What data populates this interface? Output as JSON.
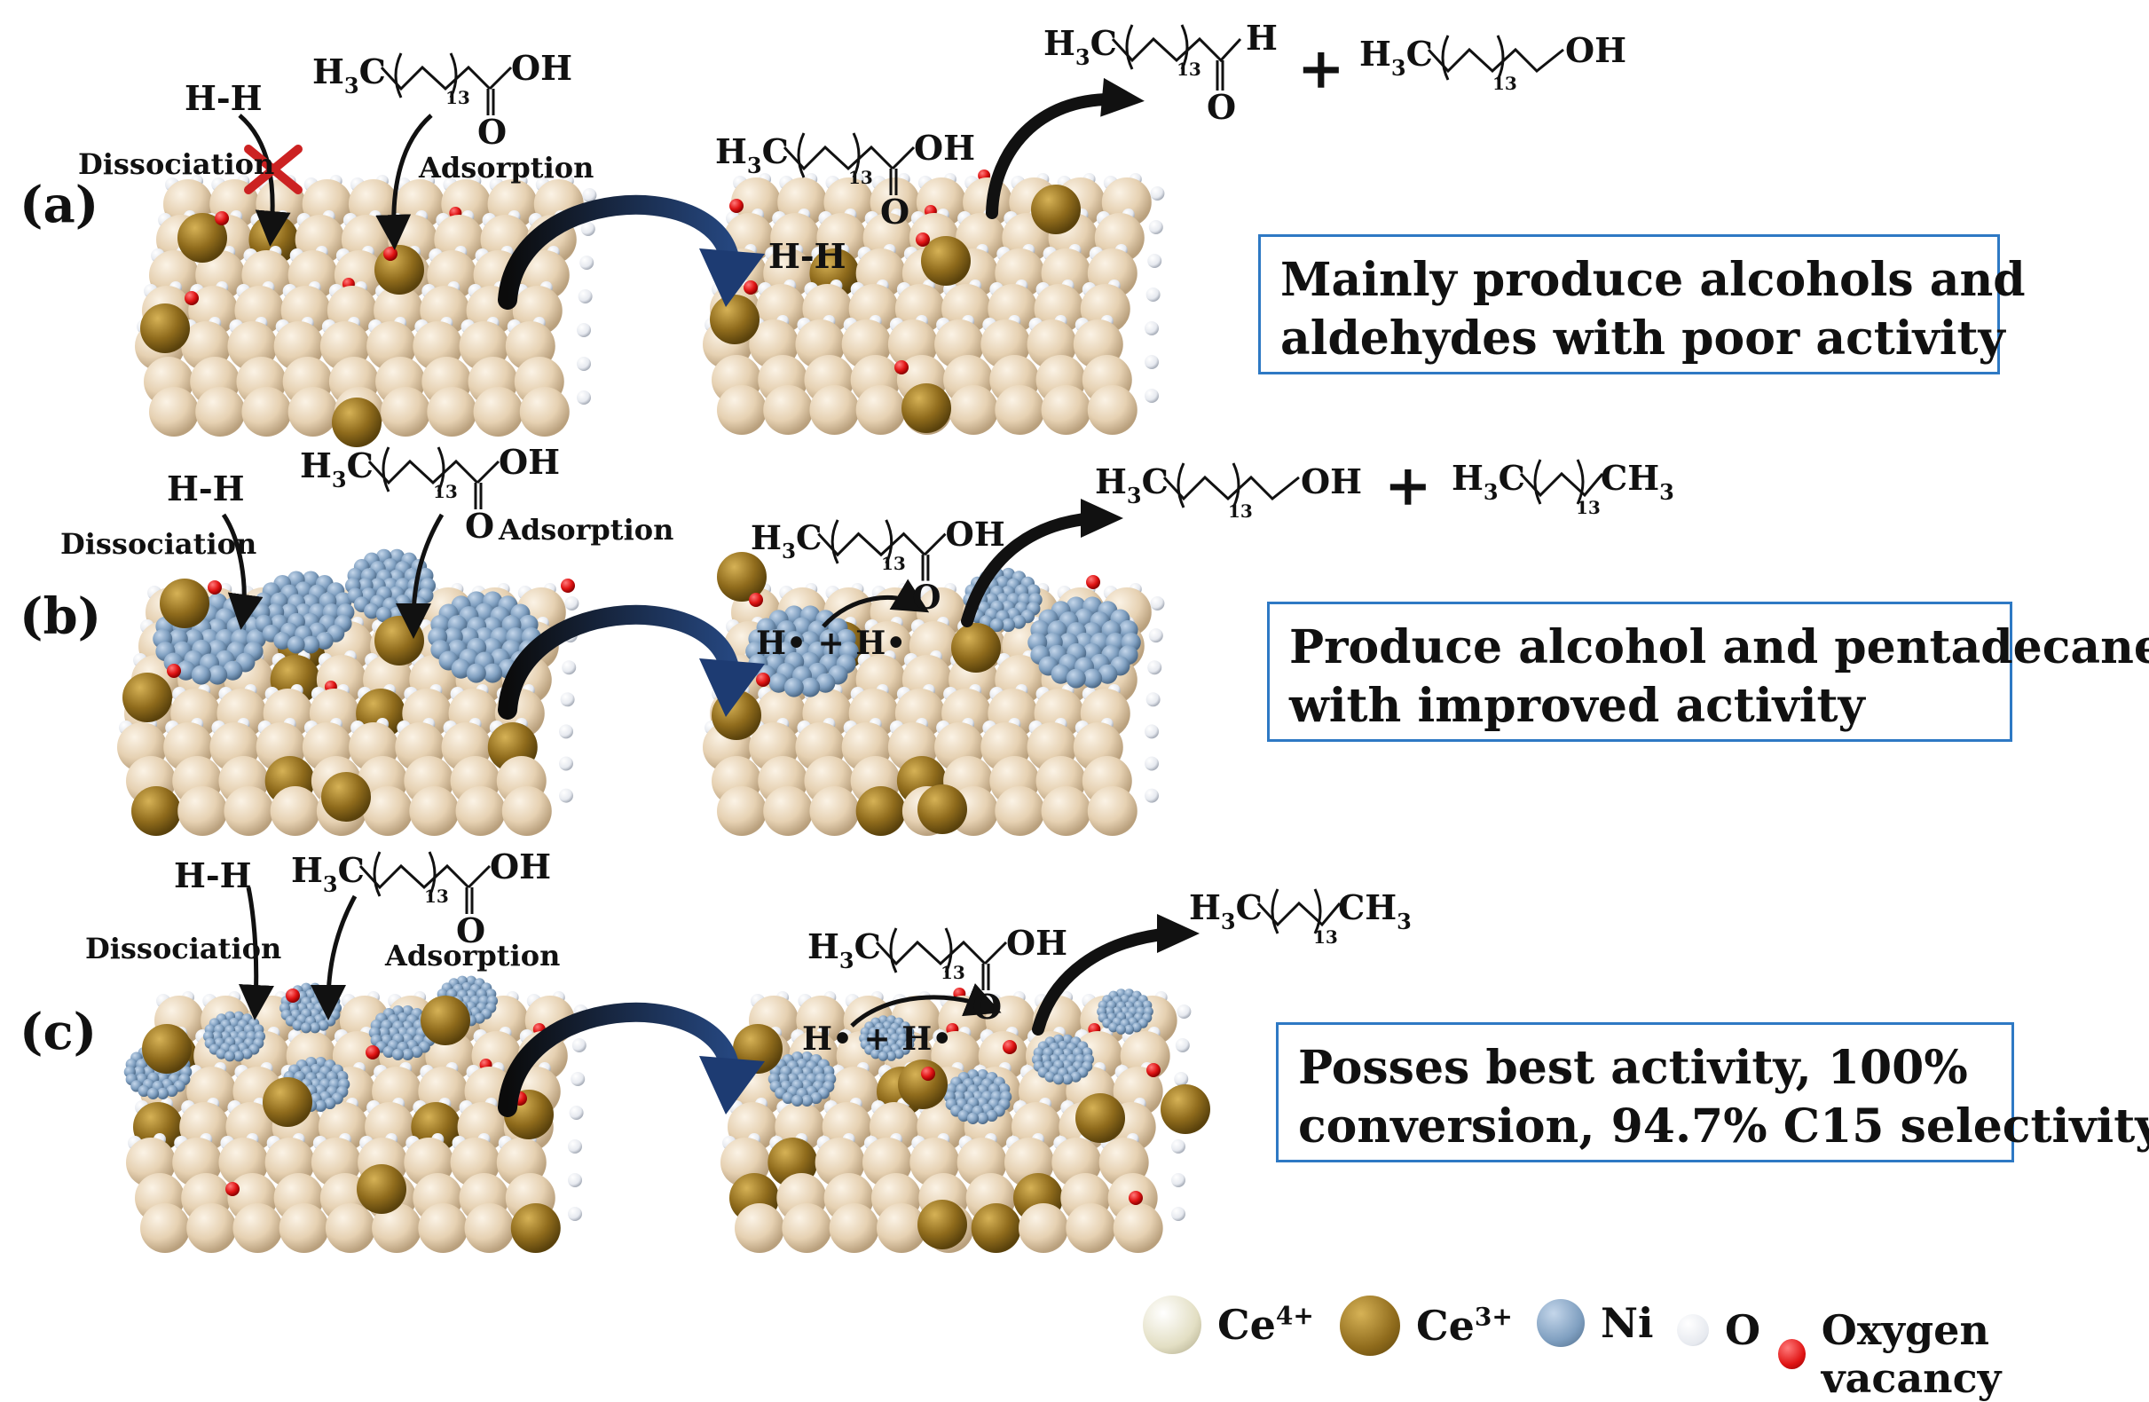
{
  "panels": [
    {
      "label": "(a)",
      "dissociation": "Dissociation",
      "adsorption": "Adsorption",
      "reactant_h2": "H-H",
      "surface_h2": "H-H",
      "summary": [
        "Mainly produce alcohols and",
        "aldehydes with poor activity"
      ],
      "products": [
        "hexadecanal",
        "hexadecanol"
      ],
      "dissociation_blocked": true
    },
    {
      "label": "(b)",
      "dissociation": "Dissociation",
      "adsorption": "Adsorption",
      "reactant_h2": "H-H",
      "surface_h": "H• + H•",
      "summary": [
        "Produce alcohol and pentadecane,",
        "with improved activity"
      ],
      "products": [
        "hexadecanol",
        "pentadecane"
      ]
    },
    {
      "label": "(c)",
      "dissociation": "Dissociation",
      "adsorption": "Adsorption",
      "reactant_h2": "H-H",
      "surface_h": "H• + H•",
      "summary": [
        "Posses best activity, 100%",
        "conversion, 94.7% C15 selectivity"
      ],
      "products": [
        "pentadecane"
      ]
    }
  ],
  "formula": {
    "h3c": "H3C",
    "subscript": "13",
    "oh": "OH",
    "h": "H",
    "o": "O",
    "ch3": "CH3",
    "plus": "+"
  },
  "legend": [
    {
      "label": "Ce4+",
      "color": "#e8e3cc"
    },
    {
      "label": "Ce3+",
      "color": "#8b6a1a"
    },
    {
      "label": "Ni",
      "color": "#7f9bb8"
    },
    {
      "label": "O",
      "color": "#f0f3f8"
    },
    {
      "label": "Oxygen vacancy",
      "color": "#e01414"
    }
  ],
  "colors": {
    "ce4": "#e6d2b4",
    "ce3": "#8f6b1c",
    "ni": "#7f9fc0",
    "o": "#eef0f4",
    "vacancy": "#dd1111",
    "arrow": "#111111",
    "curve_arrow_fill": "#1d3b72",
    "box_border": "#2e79c4",
    "cross": "#cc2222"
  }
}
